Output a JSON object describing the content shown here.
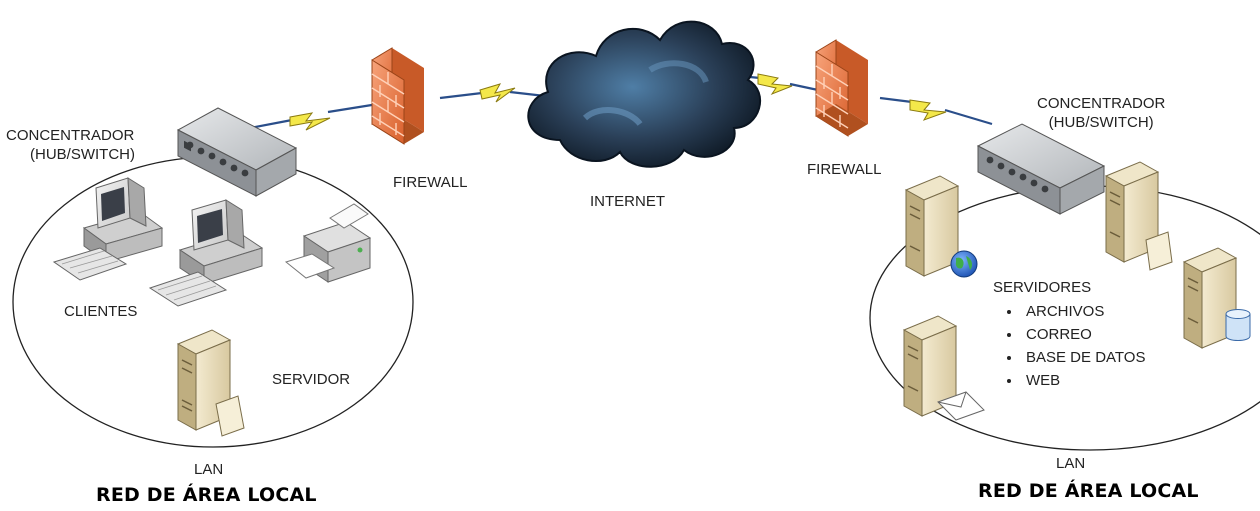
{
  "internet": "INTERNET",
  "left": {
    "concentrator": [
      "CONCENTRADOR",
      "(HUB/SWITCH)"
    ],
    "firewall": "FIREWALL",
    "clients": "CLIENTES",
    "server": "SERVIDOR",
    "lan": "LAN",
    "network_title": "RED DE ÁREA LOCAL"
  },
  "right": {
    "concentrator": [
      "CONCENTRADOR",
      "(HUB/SWITCH)"
    ],
    "firewall": "FIREWALL",
    "servers_title": "SERVIDORES",
    "servers": [
      "ARCHIVOS",
      "CORREO",
      "BASE DE DATOS",
      "WEB"
    ],
    "lan": "LAN",
    "network_title": "RED DE ÁREA LOCAL"
  },
  "icons": [
    "cloud-icon",
    "firewall-icon",
    "hub-switch-icon",
    "desktop-computer-icon",
    "keyboard-icon",
    "printer-icon",
    "server-tower-icon",
    "globe-icon",
    "mail-icon",
    "database-icon",
    "lightning-link-icon"
  ],
  "colors": {
    "firewall": "#e8824a",
    "cloud": "#1c2a3a",
    "server": "#e8dcb8",
    "hub": "#b8bcc0",
    "link": "#2a4e8a",
    "bolt": "#f4e84a"
  }
}
